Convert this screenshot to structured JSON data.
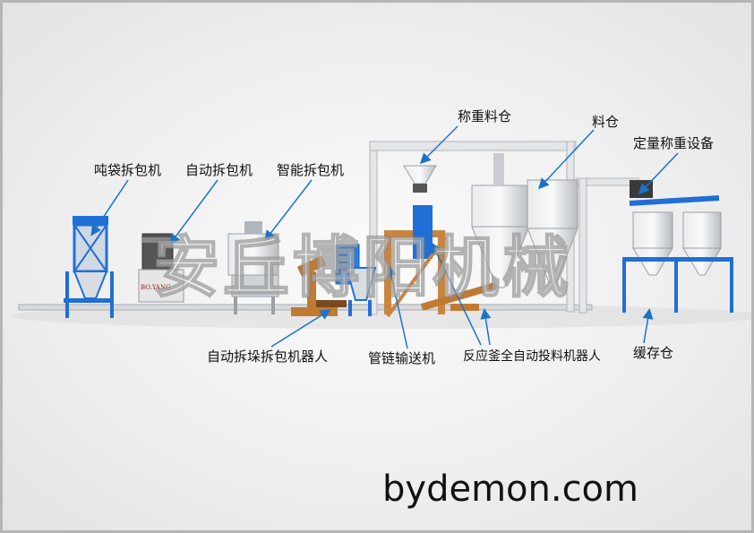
{
  "labels": {
    "ton_bag_unpacker": "吨袋拆包机",
    "auto_unpacker": "自动拆包机",
    "smart_unpacker": "智能拆包机",
    "weighing_bin": "称重料仓",
    "material_bin": "料仓",
    "quantitative_weighing": "定量称重设备",
    "robot_unpacker": "自动拆垛拆包机器人",
    "tube_chain_conveyor": "管链输送机",
    "reactor_feeding_robot": "反应釜全自动投料机器人",
    "buffer_bin": "缓存仓"
  },
  "machine_badge": "BO.YANG",
  "watermark": "安丘博阳机械",
  "website": "bydemon.com",
  "colors": {
    "blue": "#1f6fd6",
    "steel": "#c9cdd2",
    "orange": "#c07a34",
    "arrow": "#1a73c9"
  }
}
